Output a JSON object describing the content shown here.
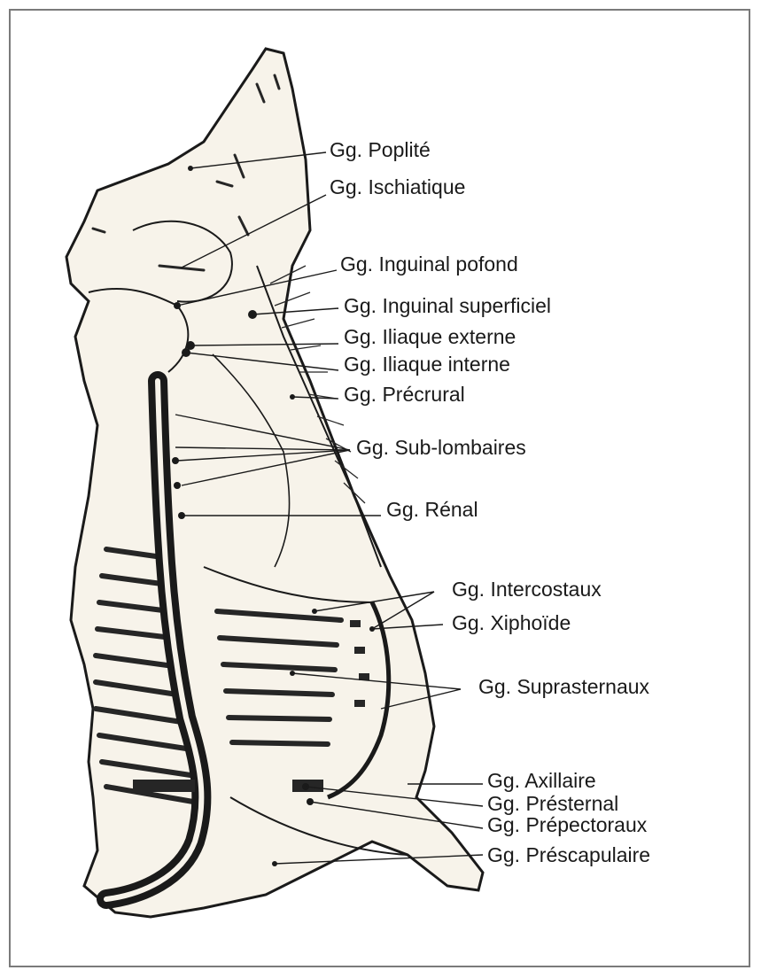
{
  "colors": {
    "background": "#ffffff",
    "frame": "#7a7a7a",
    "ink": "#1a1a1a",
    "carcass_fill": "#f7f3ea",
    "shade": "#262626"
  },
  "labels": [
    {
      "id": "poplite",
      "text": "Gg. Poplité"
    },
    {
      "id": "ischiatique",
      "text": "Gg. Ischiatique"
    },
    {
      "id": "inguinal-profond",
      "text": "Gg. Inguinal pofond"
    },
    {
      "id": "inguinal-superficiel",
      "text": "Gg. Inguinal superficiel"
    },
    {
      "id": "iliaque-externe",
      "text": "Gg. Iliaque externe"
    },
    {
      "id": "iliaque-interne",
      "text": "Gg. Iliaque interne"
    },
    {
      "id": "precrural",
      "text": "Gg. Précrural"
    },
    {
      "id": "sub-lombaires",
      "text": "Gg. Sub-lombaires"
    },
    {
      "id": "renal",
      "text": "Gg. Rénal"
    },
    {
      "id": "intercostaux",
      "text": "Gg. Intercostaux"
    },
    {
      "id": "xiphoide",
      "text": "Gg. Xiphoïde"
    },
    {
      "id": "suprasternaux",
      "text": "Gg. Suprasternaux"
    },
    {
      "id": "axillaire",
      "text": "Gg. Axillaire"
    },
    {
      "id": "presternal",
      "text": "Gg. Présternal"
    },
    {
      "id": "prepectoraux",
      "text": "Gg. Prépectoraux"
    },
    {
      "id": "prescapulaire",
      "text": "Gg. Préscapulaire"
    }
  ]
}
